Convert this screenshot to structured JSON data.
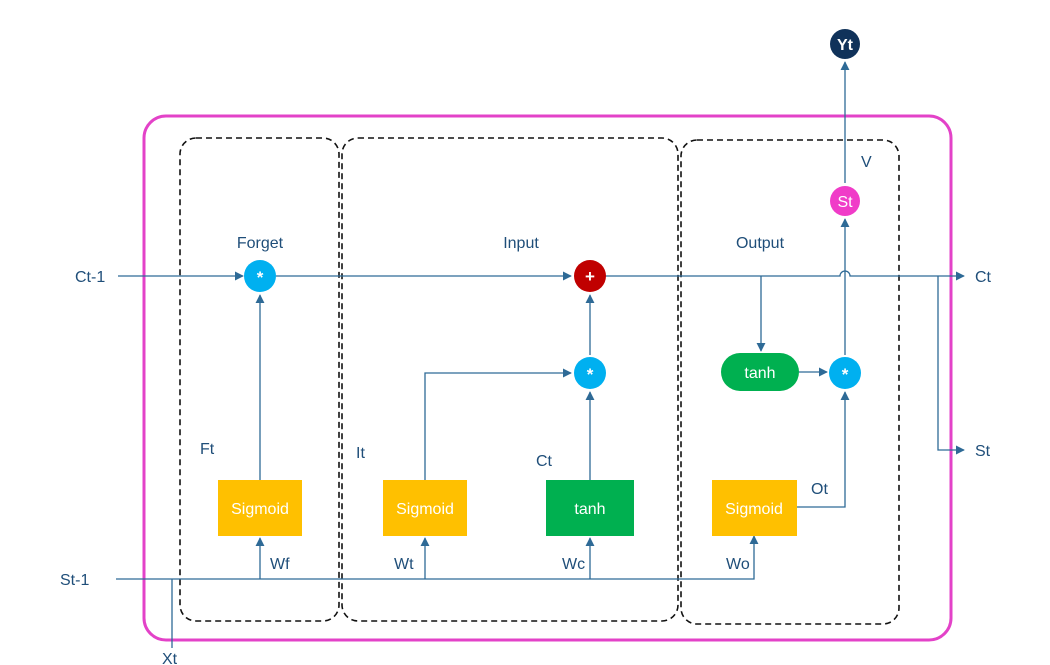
{
  "sections": {
    "forget": "Forget",
    "input": "Input",
    "output": "Output"
  },
  "inputs": {
    "c_prev": "Ct-1",
    "s_prev": "St-1",
    "x": "Xt"
  },
  "outputs": {
    "c": "Ct",
    "s": "St",
    "y": "Yt"
  },
  "signals": {
    "ft": "Ft",
    "it": "It",
    "ct": "Ct",
    "ot": "Ot",
    "v": "V"
  },
  "weights": {
    "wf": "Wf",
    "wt": "Wt",
    "wc": "Wc",
    "wo": "Wo"
  },
  "blocks": {
    "sigmoid_forget": "Sigmoid",
    "sigmoid_input": "Sigmoid",
    "tanh_candidate": "tanh",
    "sigmoid_output": "Sigmoid",
    "tanh_output": "tanh"
  },
  "ops": {
    "mul_forget": "*",
    "add_cell": "+",
    "mul_input": "*",
    "mul_output": "*",
    "state_node": "St"
  },
  "colors": {
    "cell_border": "#e342c8",
    "line": "#2e6a96",
    "label": "#1f4e79",
    "sigmoid": "#ffc000",
    "tanh": "#00b050",
    "multiply": "#00b0f0",
    "add": "#c00000",
    "state": "#f03cc8",
    "output_node": "#10325a"
  }
}
